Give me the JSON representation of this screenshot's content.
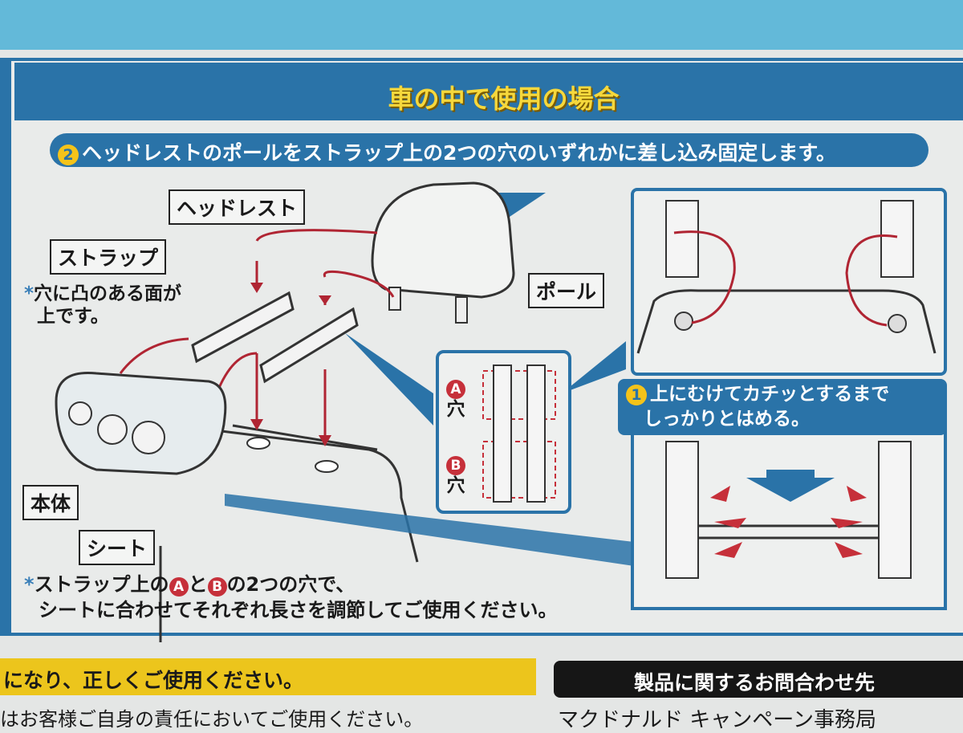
{
  "title": "車の中で使用の場合",
  "step2": {
    "num": "2",
    "text": "ヘッドレストのポールをストラップ上の2つの穴のいずれかに差し込み固定します。"
  },
  "labels": {
    "headrest": "ヘッドレスト",
    "strap": "ストラップ",
    "pole": "ポール",
    "body": "本体",
    "seat": "シート"
  },
  "strap_note": {
    "asterisk": "*",
    "line1": "穴に凸のある面が",
    "line2": "上です。"
  },
  "holes": {
    "a_mark": "A",
    "a_label": "穴",
    "b_mark": "B",
    "b_label": "穴"
  },
  "step1": {
    "num": "1",
    "line1": "上にむけてカチッとするまで",
    "line2": "しっかりとはめる。"
  },
  "adjust_note": {
    "asterisk": "*",
    "pre": "ストラップ上の",
    "a": "A",
    "mid": "と",
    "b": "B",
    "post": "の2つの穴で、",
    "line2": "シートに合わせてそれぞれ長さを調節してご使用ください。"
  },
  "yellow_banner": "になり、正しくご使用ください。",
  "black_banner": "製品に関するお問合わせ先",
  "bottom_left": "はお客様ご自身の責任においてご使用ください。",
  "bottom_right": "マクドナルド キャンペーン事務局",
  "colors": {
    "blue": "#2a73a8",
    "yellow": "#f6d83c",
    "red": "#c6303a"
  }
}
